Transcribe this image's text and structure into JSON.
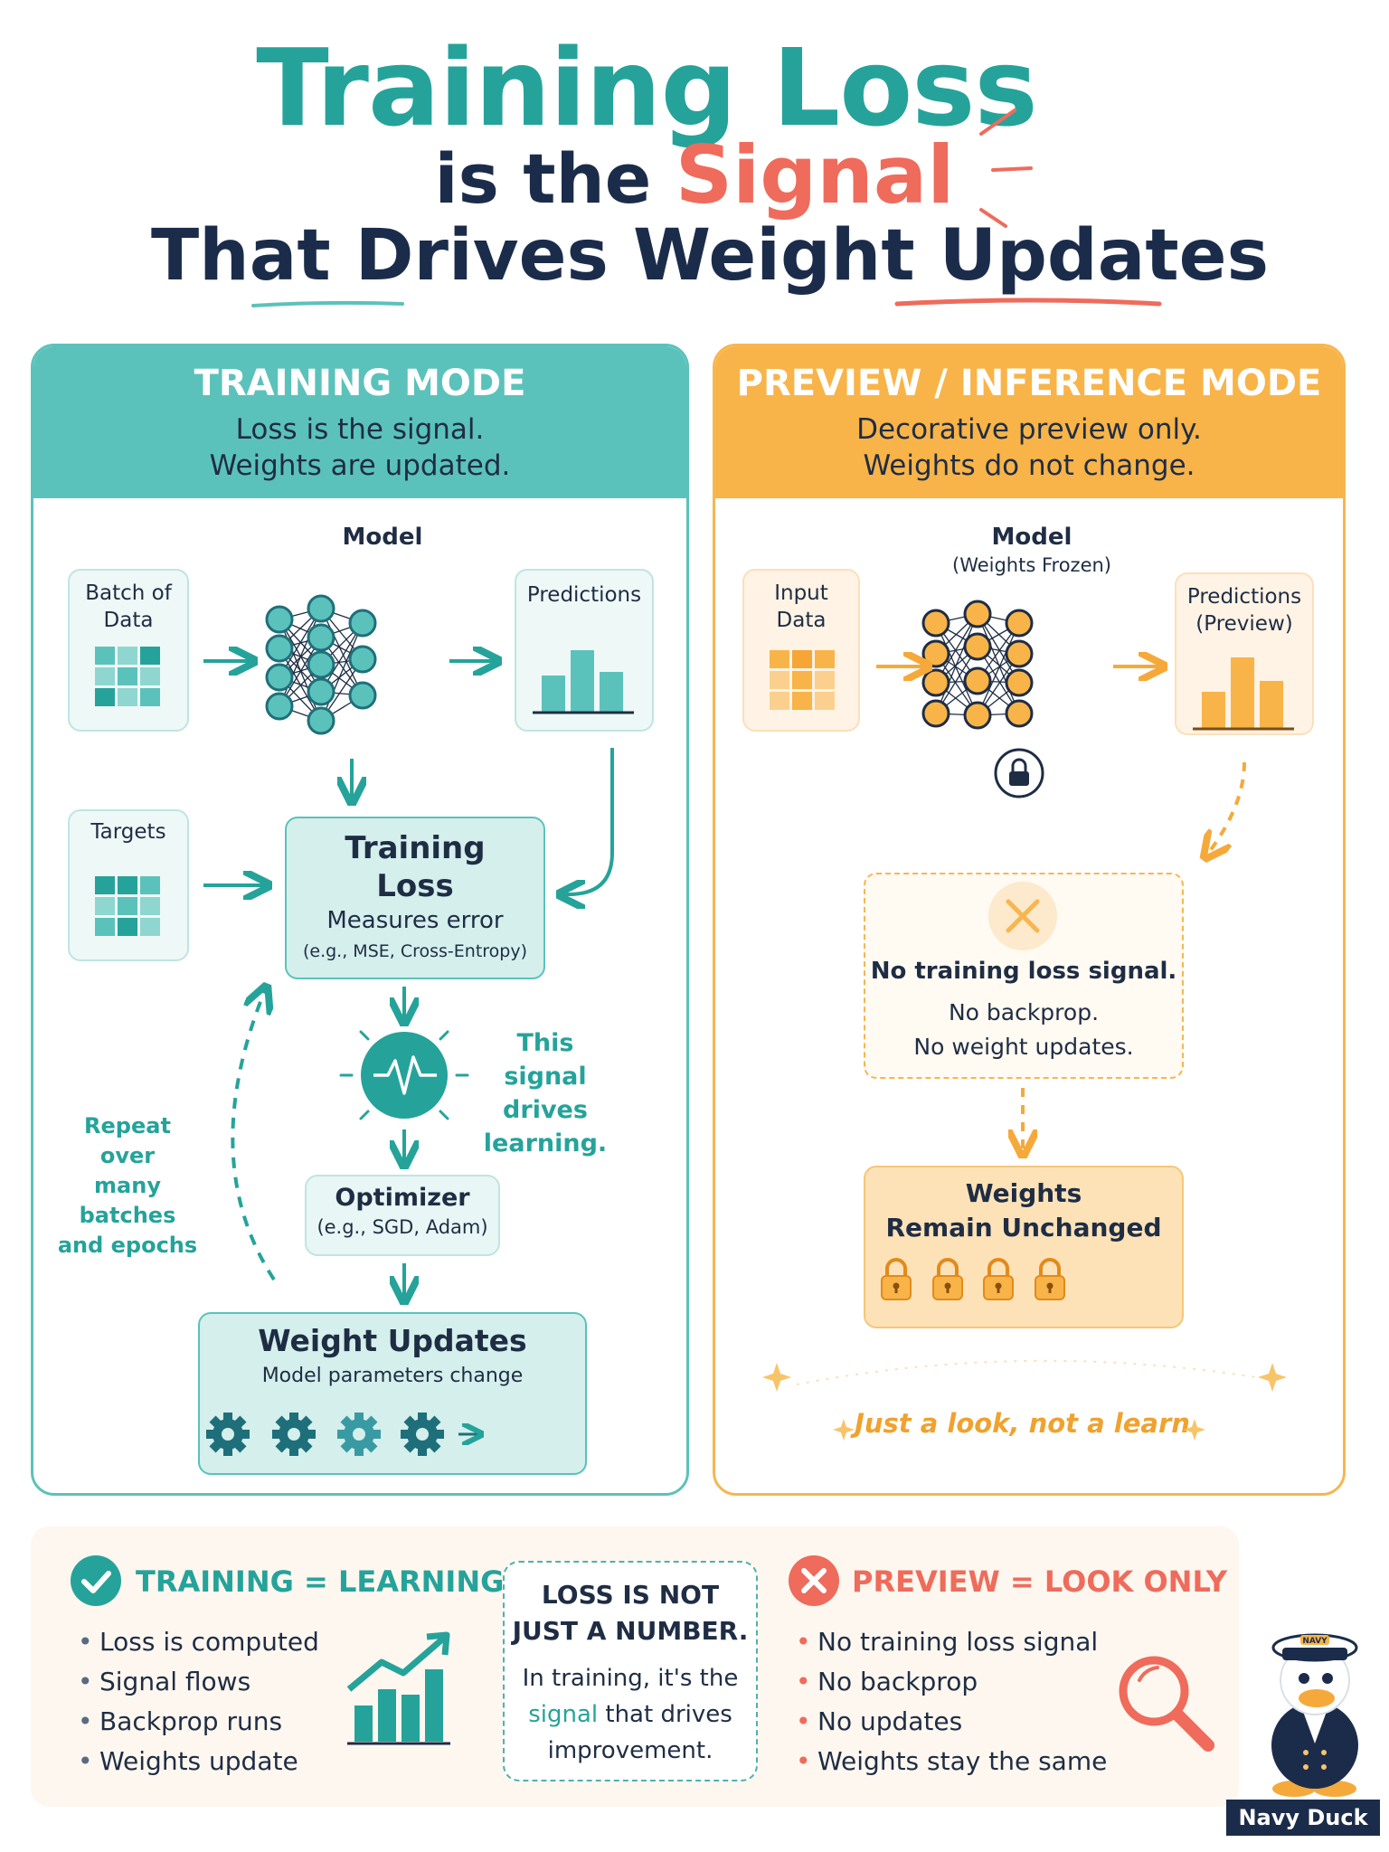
{
  "title": {
    "line1": "Training Loss",
    "line2_pre": "is the",
    "line2_highlight": "Signal",
    "line3": "That Drives Weight Updates"
  },
  "training_panel": {
    "heading": "TRAINING MODE",
    "sub1": "Loss is the signal.",
    "sub2": "Weights are updated.",
    "model_label": "Model",
    "batch_label1": "Batch of",
    "batch_label2": "Data",
    "predictions_label": "Predictions",
    "targets_label": "Targets",
    "loss_title1": "Training",
    "loss_title2": "Loss",
    "loss_desc": "Measures error",
    "loss_examples": "(e.g., MSE, Cross-Entropy)",
    "signal_note1": "This signal",
    "signal_note2": "drives",
    "signal_note3": "learning.",
    "repeat_note1": "Repeat over",
    "repeat_note2": "many batches",
    "repeat_note3": "and epochs",
    "optimizer_title": "Optimizer",
    "optimizer_examples": "(e.g., SGD, Adam)",
    "updates_title": "Weight Updates",
    "updates_desc": "Model parameters change"
  },
  "preview_panel": {
    "heading": "PREVIEW / INFERENCE MODE",
    "sub1": "Decorative preview only.",
    "sub2": "Weights do not change.",
    "model_label": "Model",
    "model_sub": "(Weights Frozen)",
    "input_label1": "Input",
    "input_label2": "Data",
    "predictions_label1": "Predictions",
    "predictions_label2": "(Preview)",
    "no_signal_title": "No training loss signal.",
    "no_signal_l2": "No backprop.",
    "no_signal_l3": "No weight updates.",
    "weights_title1": "Weights",
    "weights_title2": "Remain Unchanged",
    "tagline": "Just a look, not a learn."
  },
  "summary": {
    "left_heading": "TRAINING = LEARNING",
    "left_items": [
      "Loss is computed",
      "Signal flows",
      "Backprop runs",
      "Weights update"
    ],
    "middle_title1": "LOSS IS NOT",
    "middle_title2": "JUST A NUMBER.",
    "middle_l1": "In training, it's the",
    "middle_highlight": "signal",
    "middle_l2_rest": " that drives",
    "middle_l3": "improvement.",
    "right_heading": "PREVIEW = LOOK ONLY",
    "right_items": [
      "No training loss signal",
      "No backprop",
      "No updates",
      "Weights stay the same"
    ]
  },
  "mascot": {
    "label": "Navy Duck",
    "cap_text": "NAVY"
  },
  "colors": {
    "teal": "#25a39a",
    "teal_light": "#5bc2bb",
    "orange": "#f8b448",
    "coral": "#ef6b5b",
    "navy": "#1b2c4b"
  }
}
